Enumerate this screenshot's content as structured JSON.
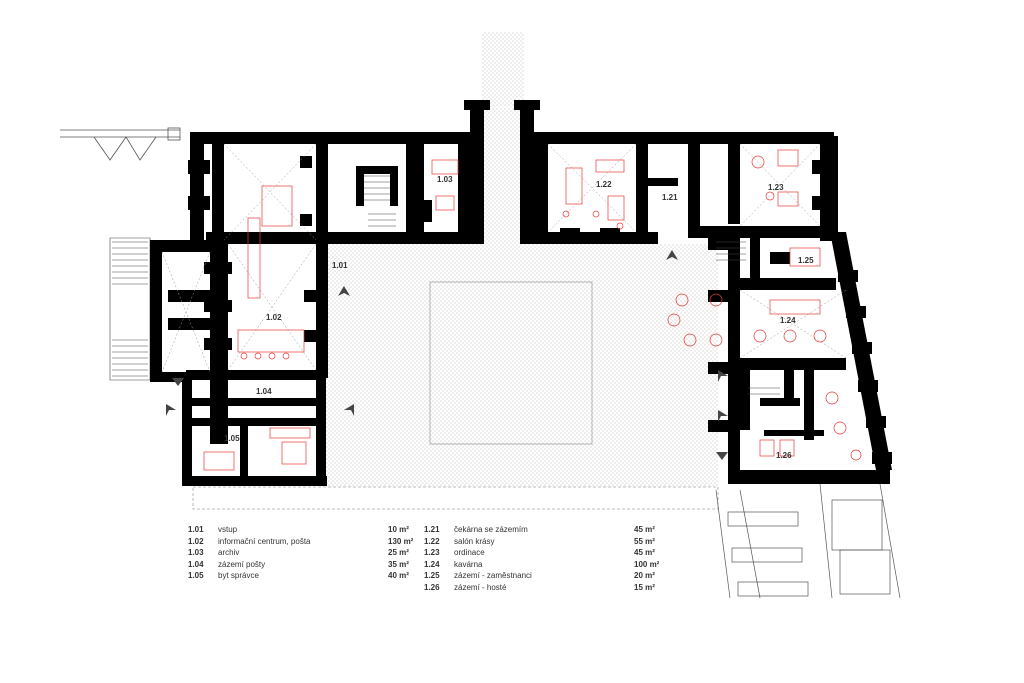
{
  "rooms_left": [
    {
      "code": "1.01",
      "name": "vstup",
      "area": "10 m²"
    },
    {
      "code": "1.02",
      "name": "informační centrum, pošta",
      "area": "130 m²"
    },
    {
      "code": "1.03",
      "name": "archiv",
      "area": "25 m²"
    },
    {
      "code": "1.04",
      "name": "zázemí pošty",
      "area": "35 m²"
    },
    {
      "code": "1.05",
      "name": "byt správce",
      "area": "40 m²"
    }
  ],
  "rooms_right": [
    {
      "code": "1.21",
      "name": "čekárna se zázemím",
      "area": "45 m²"
    },
    {
      "code": "1.22",
      "name": "salón krásy",
      "area": "55 m²"
    },
    {
      "code": "1.23",
      "name": "ordinace",
      "area": "45 m²"
    },
    {
      "code": "1.24",
      "name": "kavárna",
      "area": "100 m²"
    },
    {
      "code": "1.25",
      "name": "zázemí - zaměstnanci",
      "area": "20 m²"
    },
    {
      "code": "1.26",
      "name": "zázemí - hosté",
      "area": "15 m²"
    }
  ],
  "plan_labels": {
    "r101": "1.01",
    "r102": "1.02",
    "r103": "1.03",
    "r104": "1.04",
    "r105": "1.05",
    "r121": "1.21",
    "r122": "1.22",
    "r123": "1.23",
    "r124": "1.24",
    "r125": "1.25",
    "r126": "1.26"
  },
  "colors": {
    "wall": "#000000",
    "furniture": "#e53935",
    "hatch": "#b0b0b0",
    "line": "#555555"
  }
}
